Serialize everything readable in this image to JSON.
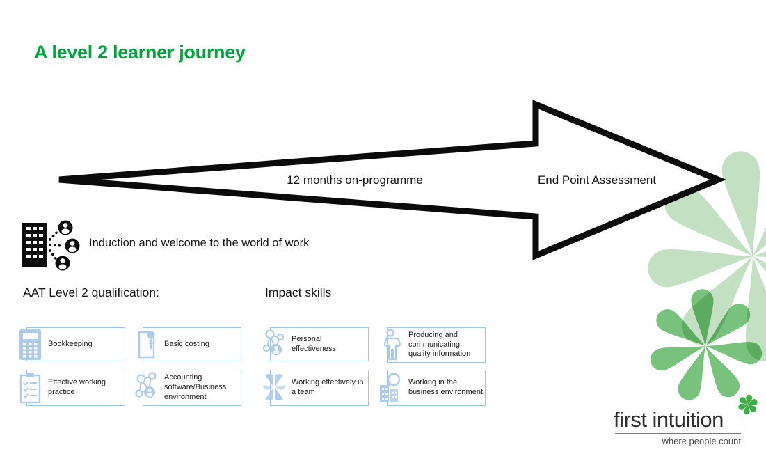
{
  "slide": {
    "title": "A level 2 learner journey",
    "arrow": {
      "on_programme_label": "12 months on-programme",
      "epa_label": "End Point Assessment"
    },
    "induction": {
      "icon": "building-people-network-icon",
      "label": "Induction and welcome to the world of work"
    },
    "aat": {
      "heading": "AAT Level 2 qualification:",
      "items": [
        {
          "label": "Bookkeeping",
          "icon": "calculator-icon"
        },
        {
          "label": "Basic costing",
          "icon": "pushpin-document-icon"
        },
        {
          "label": "Effective working practice",
          "icon": "clipboard-checklist-icon"
        },
        {
          "label": "Accounting software/Business environment",
          "icon": "network-people-icon"
        }
      ]
    },
    "impact": {
      "heading": "Impact skills",
      "items": [
        {
          "label": "Personal effectiveness",
          "icon": "network-person-icon"
        },
        {
          "label": "Producing and communicating quality information",
          "icon": "person-outline-icon"
        },
        {
          "label": "Working effectively in a team",
          "icon": "team-hands-icon"
        },
        {
          "label": "Working in the business environment",
          "icon": "buildings-magnifier-icon"
        }
      ]
    },
    "logo": {
      "name": "first intuition",
      "tagline": "where people count",
      "mark": "green-asterisk-flower-icon"
    },
    "colors": {
      "title_green": "#00A33C",
      "box_border_blue": "#9DC3E6",
      "icon_blue": "#AECBEA",
      "arrow_black": "#0b0b0b",
      "flower_light_green": "#93C78F",
      "flower_medium_green": "#52B158",
      "logo_green": "#3FAE4A"
    }
  }
}
